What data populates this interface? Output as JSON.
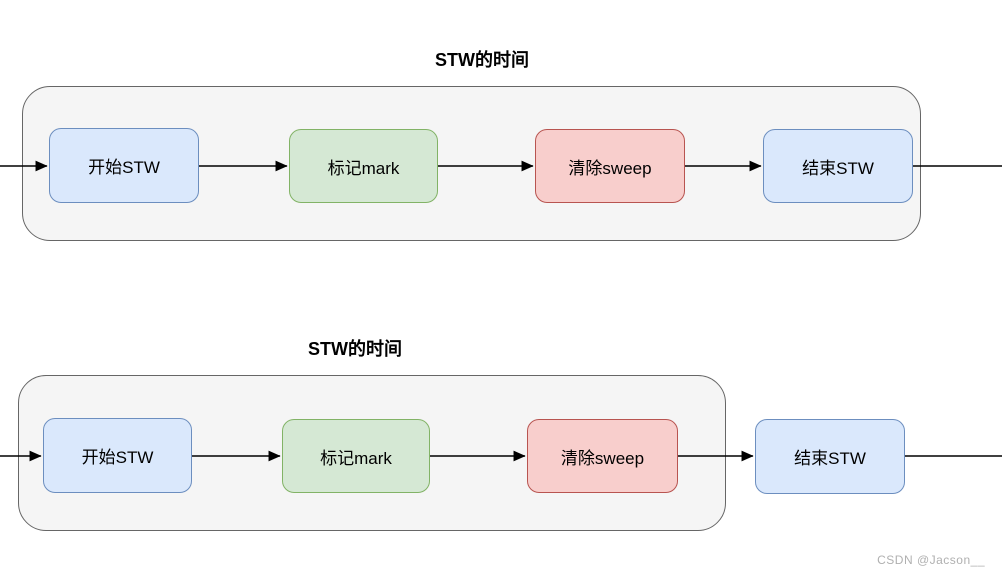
{
  "page": {
    "background": "#ffffff",
    "arrow_color": "#000000"
  },
  "watermark": {
    "text": "CSDN @Jacson__",
    "color": "#b0b0b0"
  },
  "diagrams": [
    {
      "title": "STW的时间",
      "container": {
        "fill": "#f5f5f5",
        "stroke": "#666666"
      },
      "nodes": [
        {
          "label": "开始STW",
          "fill": "#dae8fc",
          "stroke": "#6c8ebf"
        },
        {
          "label": "标记mark",
          "fill": "#d5e8d4",
          "stroke": "#82b366"
        },
        {
          "label": "清除sweep",
          "fill": "#f8cecc",
          "stroke": "#b85450"
        },
        {
          "label": "结束STW",
          "fill": "#dae8fc",
          "stroke": "#6c8ebf"
        }
      ]
    },
    {
      "title": "STW的时间",
      "container": {
        "fill": "#f5f5f5",
        "stroke": "#666666"
      },
      "nodes": [
        {
          "label": "开始STW",
          "fill": "#dae8fc",
          "stroke": "#6c8ebf"
        },
        {
          "label": "标记mark",
          "fill": "#d5e8d4",
          "stroke": "#82b366"
        },
        {
          "label": "清除sweep",
          "fill": "#f8cecc",
          "stroke": "#b85450"
        },
        {
          "label": "结束STW",
          "fill": "#dae8fc",
          "stroke": "#6c8ebf"
        }
      ]
    }
  ]
}
